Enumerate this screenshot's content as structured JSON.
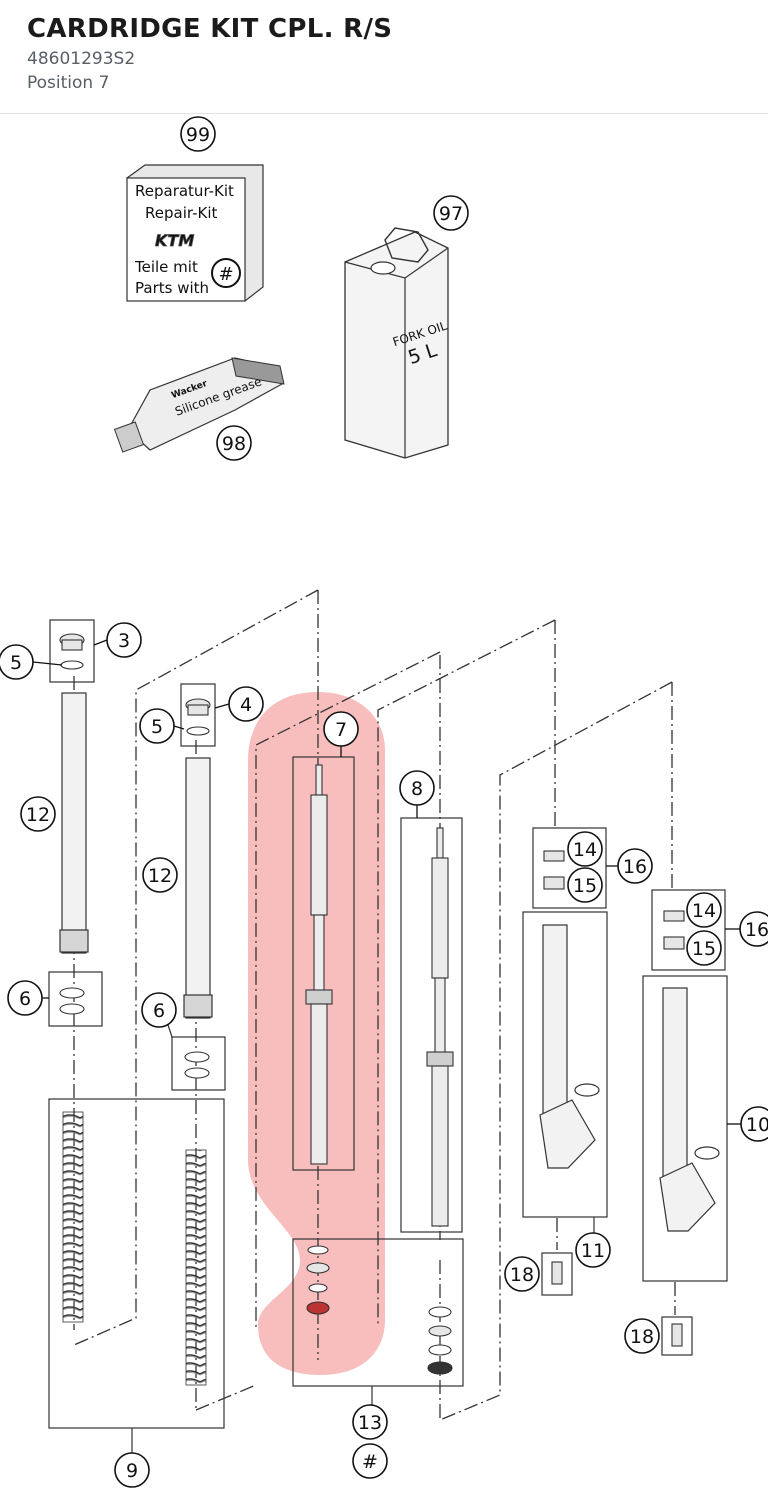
{
  "header": {
    "title": "CARDRIDGE KIT CPL. R/S",
    "part_number": "48601293S2",
    "position": "Position 7"
  },
  "diagram": {
    "highlight_color": "#f7b3b3",
    "repair_kit": {
      "line1": "Reparatur-Kit",
      "line2": "Repair-Kit",
      "brand": "KTM",
      "line3": "Teile mit",
      "line4": "Parts with",
      "mark": "#"
    },
    "fork_oil": {
      "line1": "FORK OIL",
      "line2": "5 L"
    },
    "grease": {
      "brand": "Wacker",
      "label": "Silicone grease"
    },
    "callouts": {
      "c99": "99",
      "c97": "97",
      "c98": "98",
      "c3": "3",
      "c5a": "5",
      "c5b": "5",
      "c4": "4",
      "c7": "7",
      "c8": "8",
      "c12a": "12",
      "c12b": "12",
      "c14a": "14",
      "c15a": "15",
      "c16a": "16",
      "c14b": "14",
      "c15b": "15",
      "c16b": "16",
      "c6a": "6",
      "c6b": "6",
      "c10": "10",
      "c11": "11",
      "c18a": "18",
      "c18b": "18",
      "c13": "13",
      "c13mark": "#",
      "c9": "9"
    }
  }
}
